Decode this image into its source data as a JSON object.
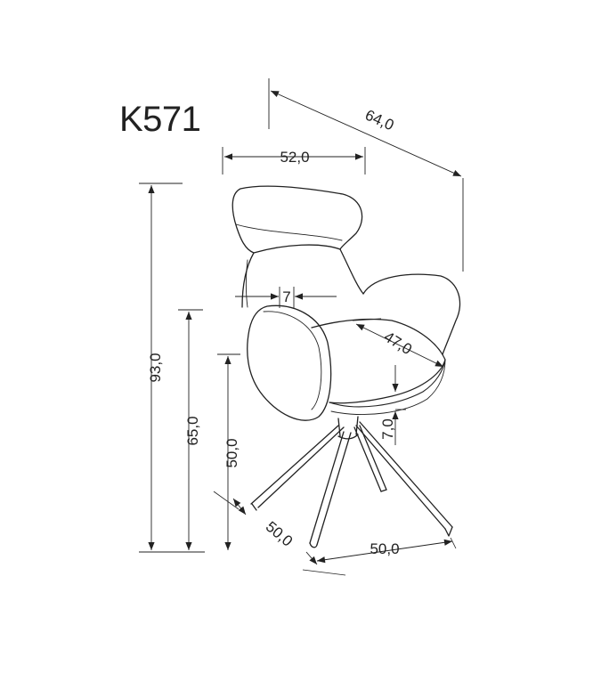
{
  "title": "K571",
  "dimensions": {
    "depth_total": "64,0",
    "width_total": "52,0",
    "height_total": "93,0",
    "armrest_height": "65,0",
    "seat_height": "50,0",
    "armrest_thickness": "7",
    "seat_depth": "47,0",
    "seat_thickness": "7,0",
    "base_depth": "50,0",
    "base_width": "50,0"
  },
  "colors": {
    "line": "#222222",
    "background": "#ffffff"
  }
}
